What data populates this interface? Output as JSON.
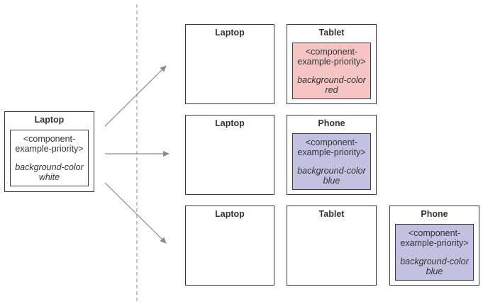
{
  "colors": {
    "white_bg": "#ffffff",
    "red_bg": "#f7c4c4",
    "blue_bg": "#c3c1e2",
    "line": "#3a3a3a",
    "arrow": "#8a8a8a"
  },
  "source": {
    "device": "Laptop",
    "component": {
      "tag_line1": "<component-",
      "tag_line2": "example-priority>",
      "property": "background-color",
      "value": "white"
    }
  },
  "rows": [
    {
      "laptop": "Laptop",
      "device": "Tablet",
      "component": {
        "tag_line1": "<component-",
        "tag_line2": "example-priority>",
        "property": "background-color",
        "value": "red"
      }
    },
    {
      "laptop": "Laptop",
      "device": "Phone",
      "component": {
        "tag_line1": "<component-",
        "tag_line2": "example-priority>",
        "property": "background-color",
        "value": "blue"
      }
    },
    {
      "laptop": "Laptop",
      "tablet": "Tablet",
      "device": "Phone",
      "component": {
        "tag_line1": "<component-",
        "tag_line2": "example-priority>",
        "property": "background-color",
        "value": "blue"
      }
    }
  ]
}
